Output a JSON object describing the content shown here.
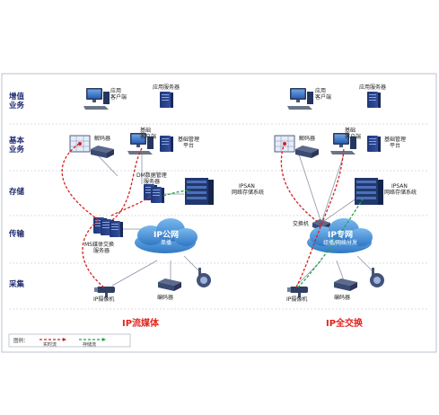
{
  "rows": {
    "value_added_1": "增值",
    "value_added_2": "业务",
    "basic_1": "基本",
    "basic_2": "业务",
    "storage": "存储",
    "transmission": "传输",
    "acquisition": "采集"
  },
  "left": {
    "app_client_1": "应用",
    "app_client_2": "客户端",
    "app_server": "应用服务器",
    "decoder": "解码器",
    "basic_client_1": "基础",
    "basic_client_2": "客户端",
    "basic_mgmt_1": "基础管理",
    "basic_mgmt_2": "平台",
    "dm_1": "DM数据管理",
    "dm_2": "服务器",
    "ipsan_1": "IPSAN",
    "ipsan_2": "网络存储系统",
    "ms_1": "MS媒体交换",
    "ms_2": "服务器",
    "cloud_1": "IP公网",
    "cloud_2": "单播",
    "camera": "IP摄像机",
    "encoder": "编码器",
    "caption": "IP流媒体"
  },
  "right": {
    "app_client_1": "应用",
    "app_client_2": "客户端",
    "app_server": "应用服务器",
    "decoder": "解码器",
    "basic_client_1": "基础",
    "basic_client_2": "客户端",
    "basic_mgmt_1": "基础管理",
    "basic_mgmt_2": "平台",
    "ipsan_1": "IPSAN",
    "ipsan_2": "网络存储系统",
    "switch": "交换机",
    "cloud_1": "IP专网",
    "cloud_2": "组播/网络分发",
    "camera": "IP摄像机",
    "encoder": "编码器",
    "caption": "IP全交换"
  },
  "legend": {
    "title": "图例：",
    "realtime": "实时流",
    "storage": "存储流"
  },
  "colors": {
    "realtime": "#d42020",
    "storage": "#1ea64a",
    "cloud": "#3f8fd6",
    "row_label": "#1e2a6e",
    "caption": "#e1241c"
  }
}
